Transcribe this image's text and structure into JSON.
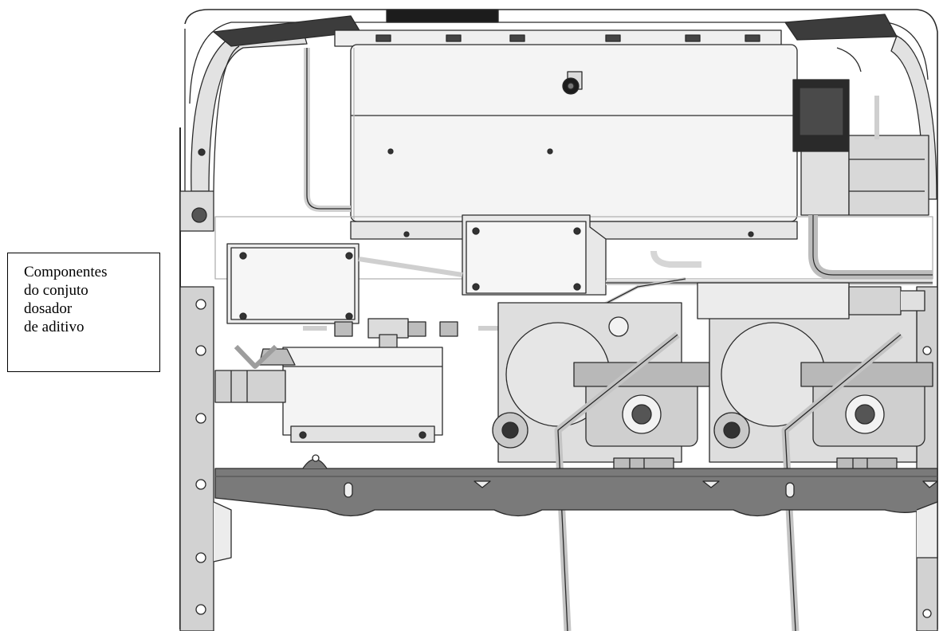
{
  "callout": {
    "lines": [
      "Componentes",
      "do conjuto",
      "dosador",
      "de aditivo"
    ]
  },
  "colors": {
    "line": "#2a2a2a",
    "metal_light": "#f0f0f0",
    "metal_mid": "#d4d4d4",
    "metal_dark": "#8a8a8a",
    "dark": "#1c1c1c",
    "bracket": "#6e6e6e"
  }
}
